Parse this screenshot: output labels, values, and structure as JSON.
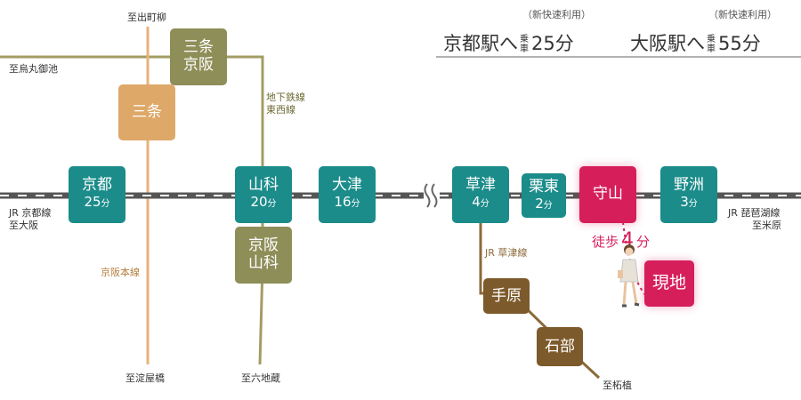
{
  "header": {
    "kyoto": {
      "note": "（新快速利用）",
      "dest": "京都駅へ",
      "ride": [
        "乗",
        "車"
      ],
      "time": "25分"
    },
    "osaka": {
      "note": "（新快速利用）",
      "dest": "大阪駅へ",
      "ride": [
        "乗",
        "車"
      ],
      "time": "55分"
    }
  },
  "stations": {
    "kyoto": {
      "name": "京都",
      "time": "25",
      "unit": "分"
    },
    "yamashina": {
      "name": "山科",
      "time": "20",
      "unit": "分"
    },
    "otsu": {
      "name": "大津",
      "time": "16",
      "unit": "分"
    },
    "kusatsu": {
      "name": "草津",
      "time": "4",
      "unit": "分"
    },
    "ritto": {
      "name": "栗東",
      "time": "2",
      "unit": "分"
    },
    "moriyama": {
      "name": "守山"
    },
    "yasu": {
      "name": "野洲",
      "time": "3",
      "unit": "分"
    },
    "sanjo_keihan": {
      "name1": "三条",
      "name2": "京阪"
    },
    "sanjo": {
      "name": "三条"
    },
    "keihan_yamashina": {
      "name1": "京阪",
      "name2": "山科"
    },
    "tehara": {
      "name": "手原"
    },
    "ishibe": {
      "name": "石部"
    },
    "site": {
      "name": "現地"
    }
  },
  "walk": {
    "label": "徒歩",
    "num": "4",
    "unit": "分"
  },
  "labels": {
    "to_demachiyanagi": "至出町柳",
    "to_karasuma_oike": "至烏丸御池",
    "subway_tozai_1": "地下鉄線",
    "subway_tozai_2": "東西線",
    "jr_kyoto_line": "JR 京都線",
    "to_osaka": "至大阪",
    "keihan_main_line": "京阪本線",
    "to_yodoyabashi": "至淀屋橋",
    "to_rokujizo": "至六地蔵",
    "jr_kusatsu_line": "JR 草津線",
    "to_tsuge": "至柘植",
    "jr_biwako_line": "JR 琵琶湖線",
    "to_maibara": "至米原"
  },
  "colors": {
    "jr_station": "#1b8c8a",
    "subway_station": "#8e8e59",
    "keihan_station": "#dea869",
    "kusatsu_line_station": "#7d5a2b",
    "highlight": "#d61e5b"
  }
}
